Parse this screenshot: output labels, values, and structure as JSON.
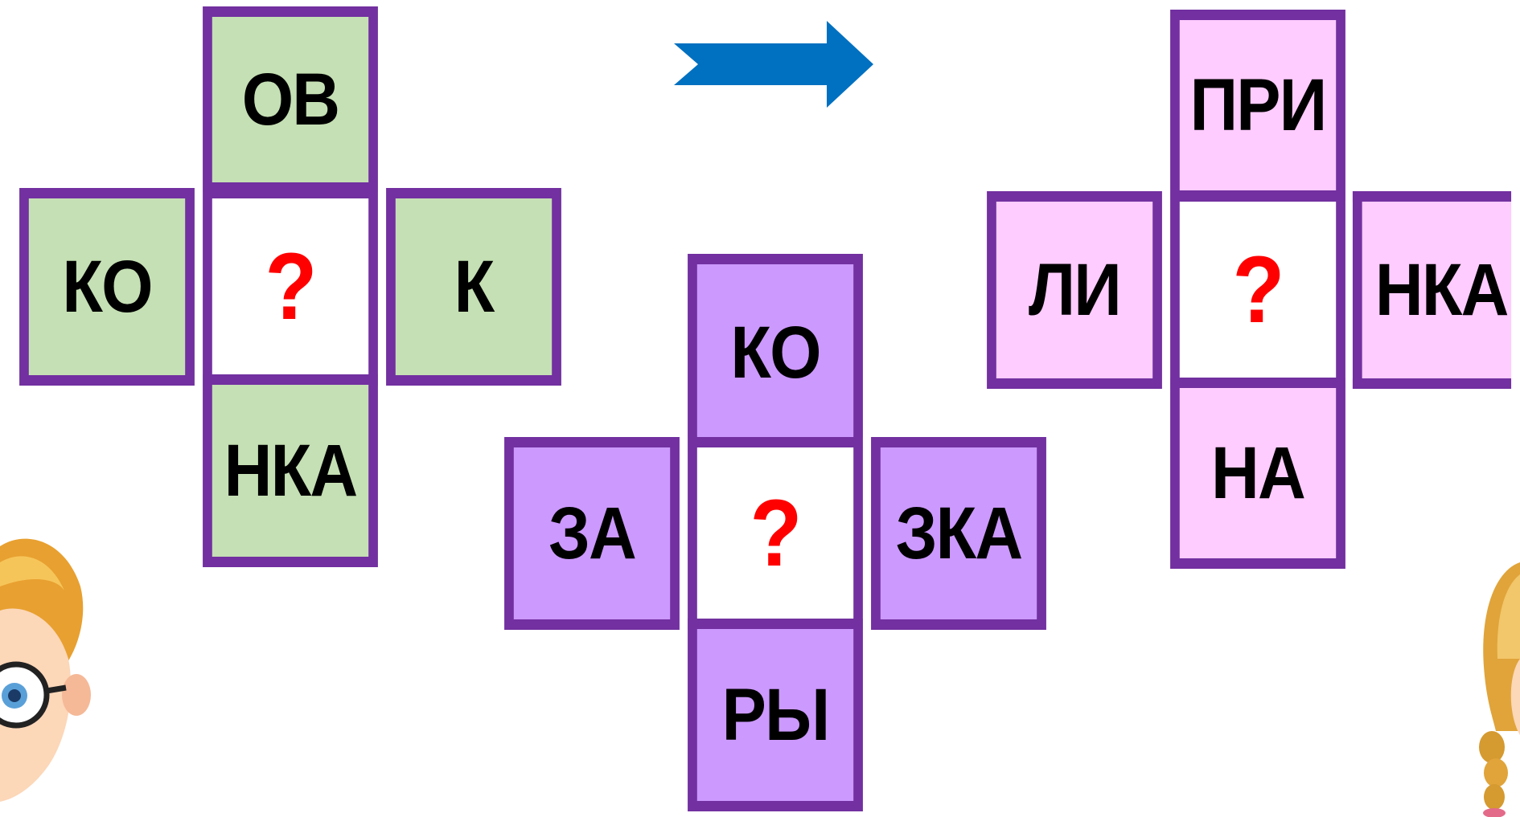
{
  "colors": {
    "border": "#7230a0",
    "question": "#ff0000",
    "green": "#c5e0b4",
    "purple": "#cc99ff",
    "pink": "#ffccff",
    "arrow": "#0070c0"
  },
  "puzzle1": {
    "top": "ОВ",
    "left": "КО",
    "center": "?",
    "right": "К",
    "bottom": "НКА"
  },
  "puzzle2": {
    "top": "КО",
    "left": "ЗА",
    "center": "?",
    "right": "ЗКА",
    "bottom": "РЫ"
  },
  "puzzle3": {
    "top": "ПРИ",
    "left": "ЛИ",
    "center": "?",
    "right": "НКА",
    "bottom": "НА"
  },
  "icons": {
    "arrow": "arrow-right-icon",
    "boy": "boy-with-glasses-icon",
    "girl": "girl-with-braid-icon"
  }
}
